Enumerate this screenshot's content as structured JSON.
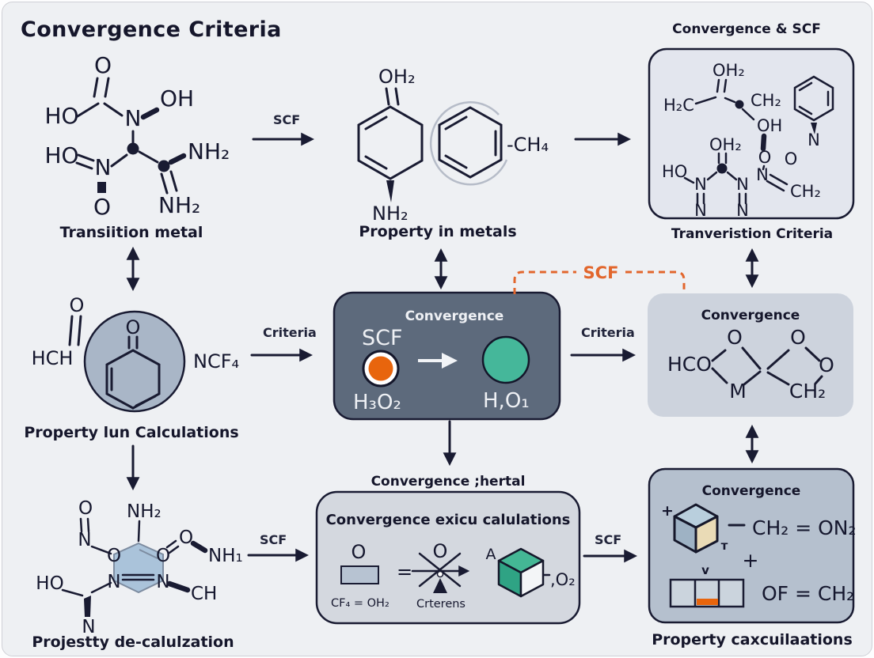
{
  "title": "Convergence Criteria",
  "labels": {
    "scf_top": "SCF",
    "criteria_left": "Criteria",
    "criteria_right": "Criteria",
    "scf_bracket": "SCF",
    "scf_bottom_left": "SCF",
    "scf_bottom_right": "SCF",
    "transition_metal": "Transiition metal",
    "property_in_metals": "Property in metals",
    "convergence_scf": "Convergence & SCF",
    "tranveristion": "Tranveristion Criteria",
    "property_lun": "Property lun Calculations",
    "convergence_hertal": "Convergence ;hertal",
    "projestty": "Projestty de-calulzation",
    "property_cax": "Property caxcuilaations"
  },
  "center_box": {
    "title": "Convergence",
    "scf": "SCF",
    "left": "H₃O₂",
    "right": "H,O₁"
  },
  "mid_right_box": {
    "title": "Convergence",
    "hco": "HCO",
    "o1": "O",
    "o2": "O",
    "o3": "O",
    "m": "M",
    "ch2": "CH₂"
  },
  "bottom_center_box": {
    "title": "Convergence exicu calulations",
    "o_left": "O",
    "formula": "CF₄ = OH₂",
    "equals": "=",
    "o_mid": "O",
    "crterens": "Crterens",
    "a": "A",
    "o2": ",O₂"
  },
  "bottom_right_box": {
    "title": "Convergence",
    "plus_top": "+",
    "t": "т",
    "formula1": "CH₂ = ON₂",
    "plus": "+",
    "v": "v",
    "formula2": "OF = CH₂"
  },
  "tl": {
    "o1": "O",
    "ho1": "HO",
    "n1": "N",
    "oh": "OH",
    "ho2": "HO",
    "n2": "N",
    "o2": "O",
    "nh2a": "NH₂",
    "nh2b": "NH₂"
  },
  "tm": {
    "oh2": "OH₂",
    "nh2": "NH₂",
    "ch4": "-CH₄"
  },
  "tr": {
    "oh2a": "OH₂",
    "h2c": "H₂C",
    "ch2a": "CH₂",
    "oh": "OH",
    "o1": "O",
    "o2": "O",
    "oh2b": "OH₂",
    "ho": "HO",
    "n1": "N",
    "n2": "N",
    "n3": "N",
    "n4": "N",
    "n5": "N",
    "n6": "N",
    "ch2b": "CH₂"
  },
  "ml": {
    "o_top": "O",
    "hch": "HCH",
    "o_ring": "O",
    "ncf4": "NCF₄"
  },
  "bl": {
    "nh2": "NH₂",
    "o1": "O",
    "n1": "N",
    "o_ring_l": "O",
    "o_ring_r": "O",
    "o_out": "O",
    "nh1": "NH₁",
    "n_ring_l": "N",
    "n_ring_r": "N",
    "ho": "HO",
    "ch": "CH",
    "n_bottom": "N"
  },
  "colors": {
    "ink": "#191b32",
    "orange": "#e8650d",
    "teal": "#45b79a",
    "slate_box": "#5d6a7c",
    "dashed": "#e2662c"
  }
}
